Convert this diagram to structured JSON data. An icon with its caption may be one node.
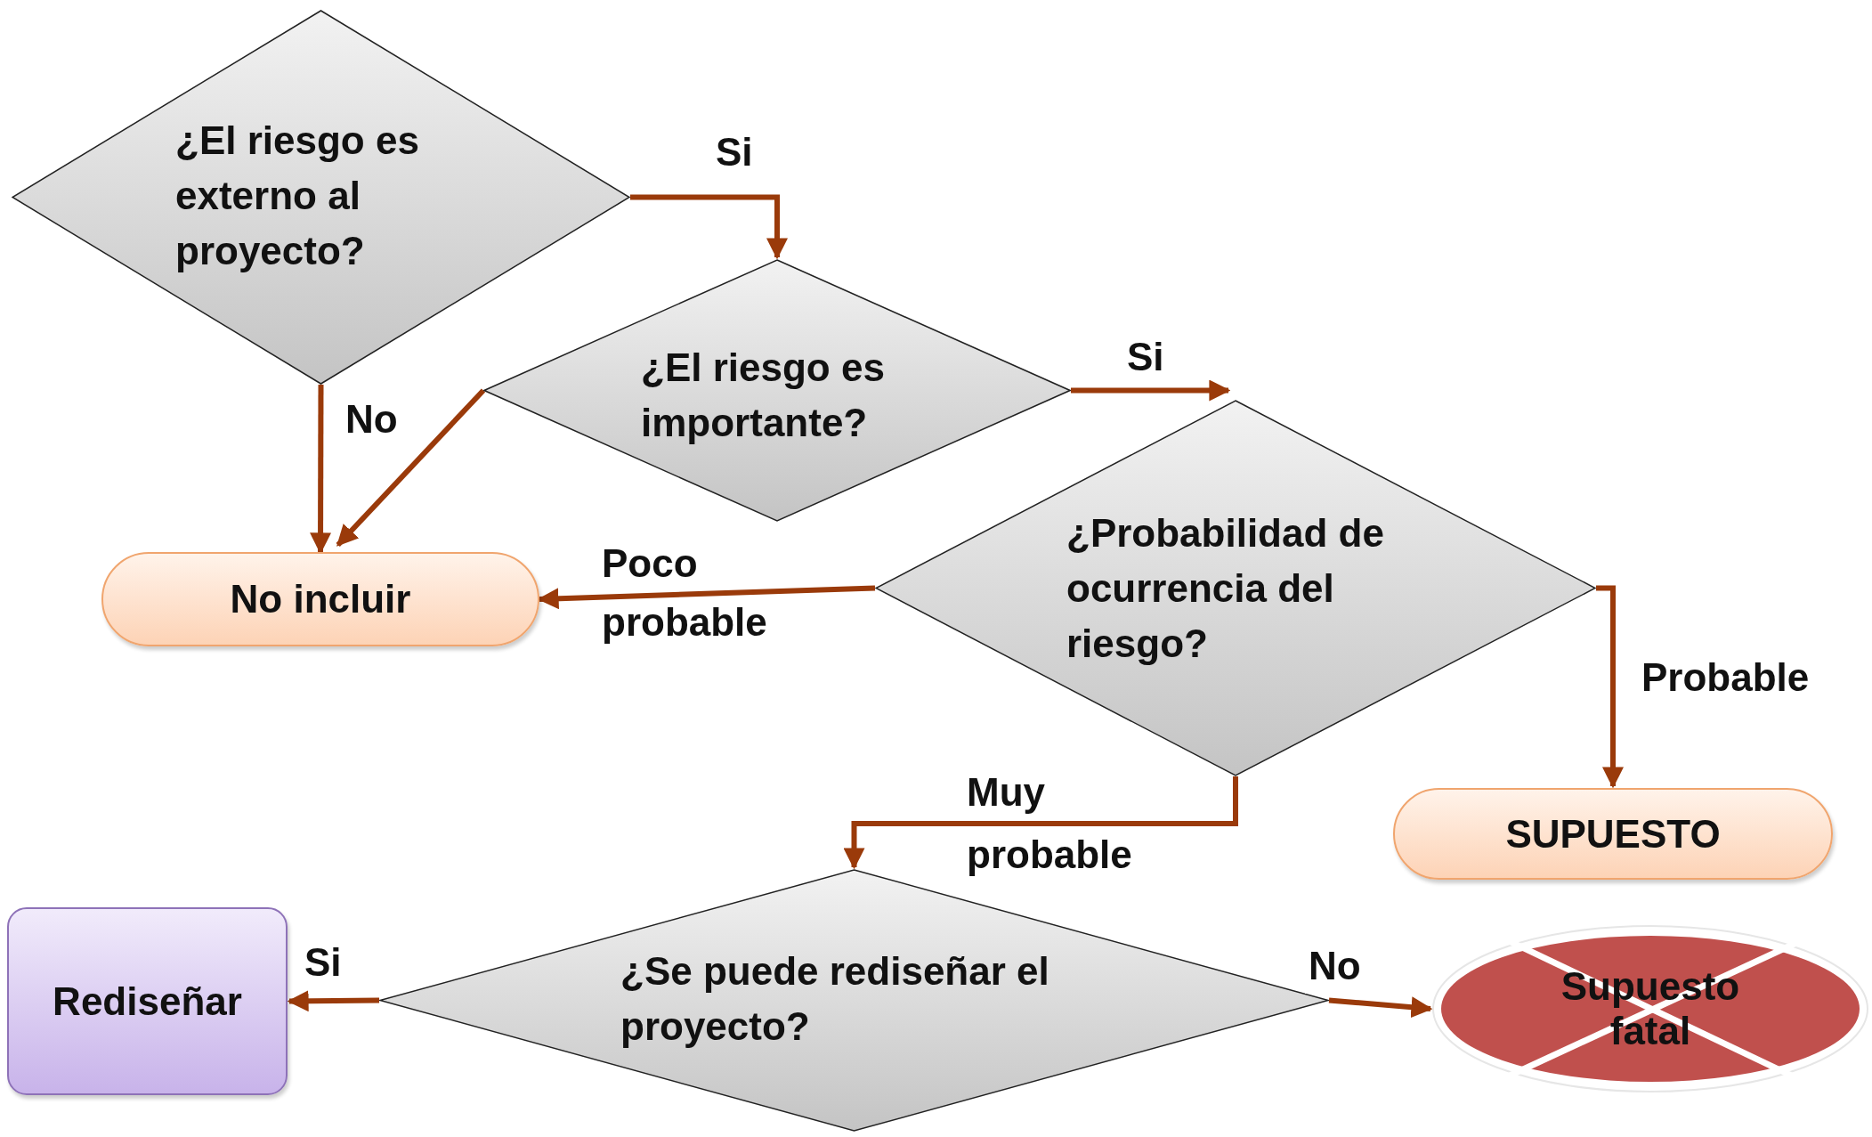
{
  "diagram": {
    "nodes": [
      {
        "text": [
          "¿El riesgo es externo al proyecto?"
        ]
      },
      {
        "text": [
          "¿El riesgo es importante?"
        ]
      },
      {
        "text": [
          "No incluir"
        ]
      },
      {
        "text": [
          "¿Probabilidad de ocurrencia del riesgo?"
        ]
      },
      {
        "text": [
          "SUPUESTO"
        ]
      },
      {
        "text": [
          "¿Se puede rediseñar el proyecto?"
        ]
      },
      {
        "text": [
          "Rediseñar"
        ]
      },
      {
        "text": [
          "Supuesto fatal"
        ]
      }
    ],
    "edges": [
      {
        "from": 0,
        "to": 1,
        "arrow": "to",
        "label": "Si"
      },
      {
        "from": 0,
        "to": 2,
        "arrow": "to",
        "label": "No"
      },
      {
        "from": 1,
        "to": 2,
        "arrow": "to"
      },
      {
        "from": 1,
        "to": 3,
        "arrow": "to",
        "label": "Si"
      },
      {
        "from": 3,
        "to": 2,
        "arrow": "to",
        "label": "Poco probable"
      },
      {
        "from": 3,
        "to": 4,
        "arrow": "to",
        "label": "Probable"
      },
      {
        "from": 3,
        "to": 5,
        "arrow": "to",
        "label": "Muy probable"
      },
      {
        "from": 5,
        "to": 6,
        "arrow": "to",
        "label": "Si"
      },
      {
        "from": 5,
        "to": 7,
        "arrow": "to",
        "label": "No"
      }
    ]
  }
}
